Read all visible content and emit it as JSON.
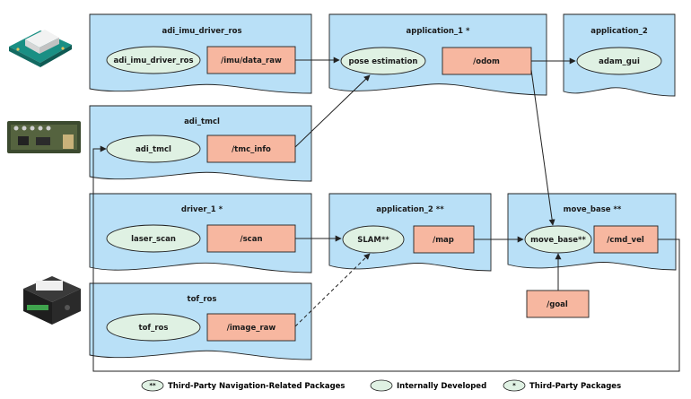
{
  "packages": {
    "adi_imu": {
      "title": "adi_imu_driver_ros",
      "node": "adi_imu_driver_ros",
      "topic": "/imu/data_raw"
    },
    "app1": {
      "title": "application_1 *",
      "node": "pose estimation",
      "topic": "/odom"
    },
    "app2_top": {
      "title": "application_2",
      "node": "adam_gui"
    },
    "adi_tmcl": {
      "title": "adi_tmcl",
      "node": "adi_tmcl",
      "topic": "/tmc_info"
    },
    "driver1": {
      "title": "driver_1 *",
      "node": "laser_scan",
      "topic": "/scan"
    },
    "app2": {
      "title": "application_2 **",
      "node": "SLAM**",
      "topic": "/map"
    },
    "move_base": {
      "title": "move_base **",
      "node": "move_base**",
      "topic": "/cmd_vel"
    },
    "tof_ros": {
      "title": "tof_ros",
      "node": "tof_ros",
      "topic": "/image_raw"
    }
  },
  "goal_topic": "/goal",
  "legend": [
    {
      "mark": "**",
      "label": "Third-Party Navigation-Related Packages"
    },
    {
      "mark": "",
      "label": "Internally Developed"
    },
    {
      "mark": "*",
      "label": "Third-Party Packages"
    }
  ],
  "colors": {
    "package_fill": "#b9e0f7",
    "node_fill": "#dff1e3",
    "topic_fill": "#f7b7a0",
    "stroke": "#222222"
  },
  "hardware_images": [
    "imu-board-icon",
    "motor-controller-board-icon",
    "tof-camera-icon"
  ]
}
